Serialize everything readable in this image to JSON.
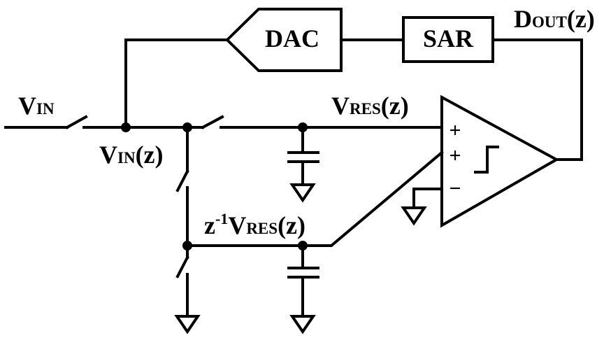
{
  "blocks": {
    "dac": "DAC",
    "sar": "SAR"
  },
  "labels": {
    "vin": {
      "main": "V",
      "sub": "IN"
    },
    "vin_z": {
      "main": "V",
      "sub": "IN",
      "tail": "(z)"
    },
    "vres_z": {
      "main": "V",
      "sub": "RES",
      "tail": "(z)"
    },
    "zinv_vres_z": {
      "pre": "z",
      "sup": "-1",
      "main": "V",
      "sub": "RES",
      "tail": "(z)"
    },
    "dout_z": {
      "main": "D",
      "sub": "OUT",
      "tail": "(z)"
    }
  },
  "comparator": {
    "inputs": [
      "+",
      "+",
      "−"
    ]
  }
}
